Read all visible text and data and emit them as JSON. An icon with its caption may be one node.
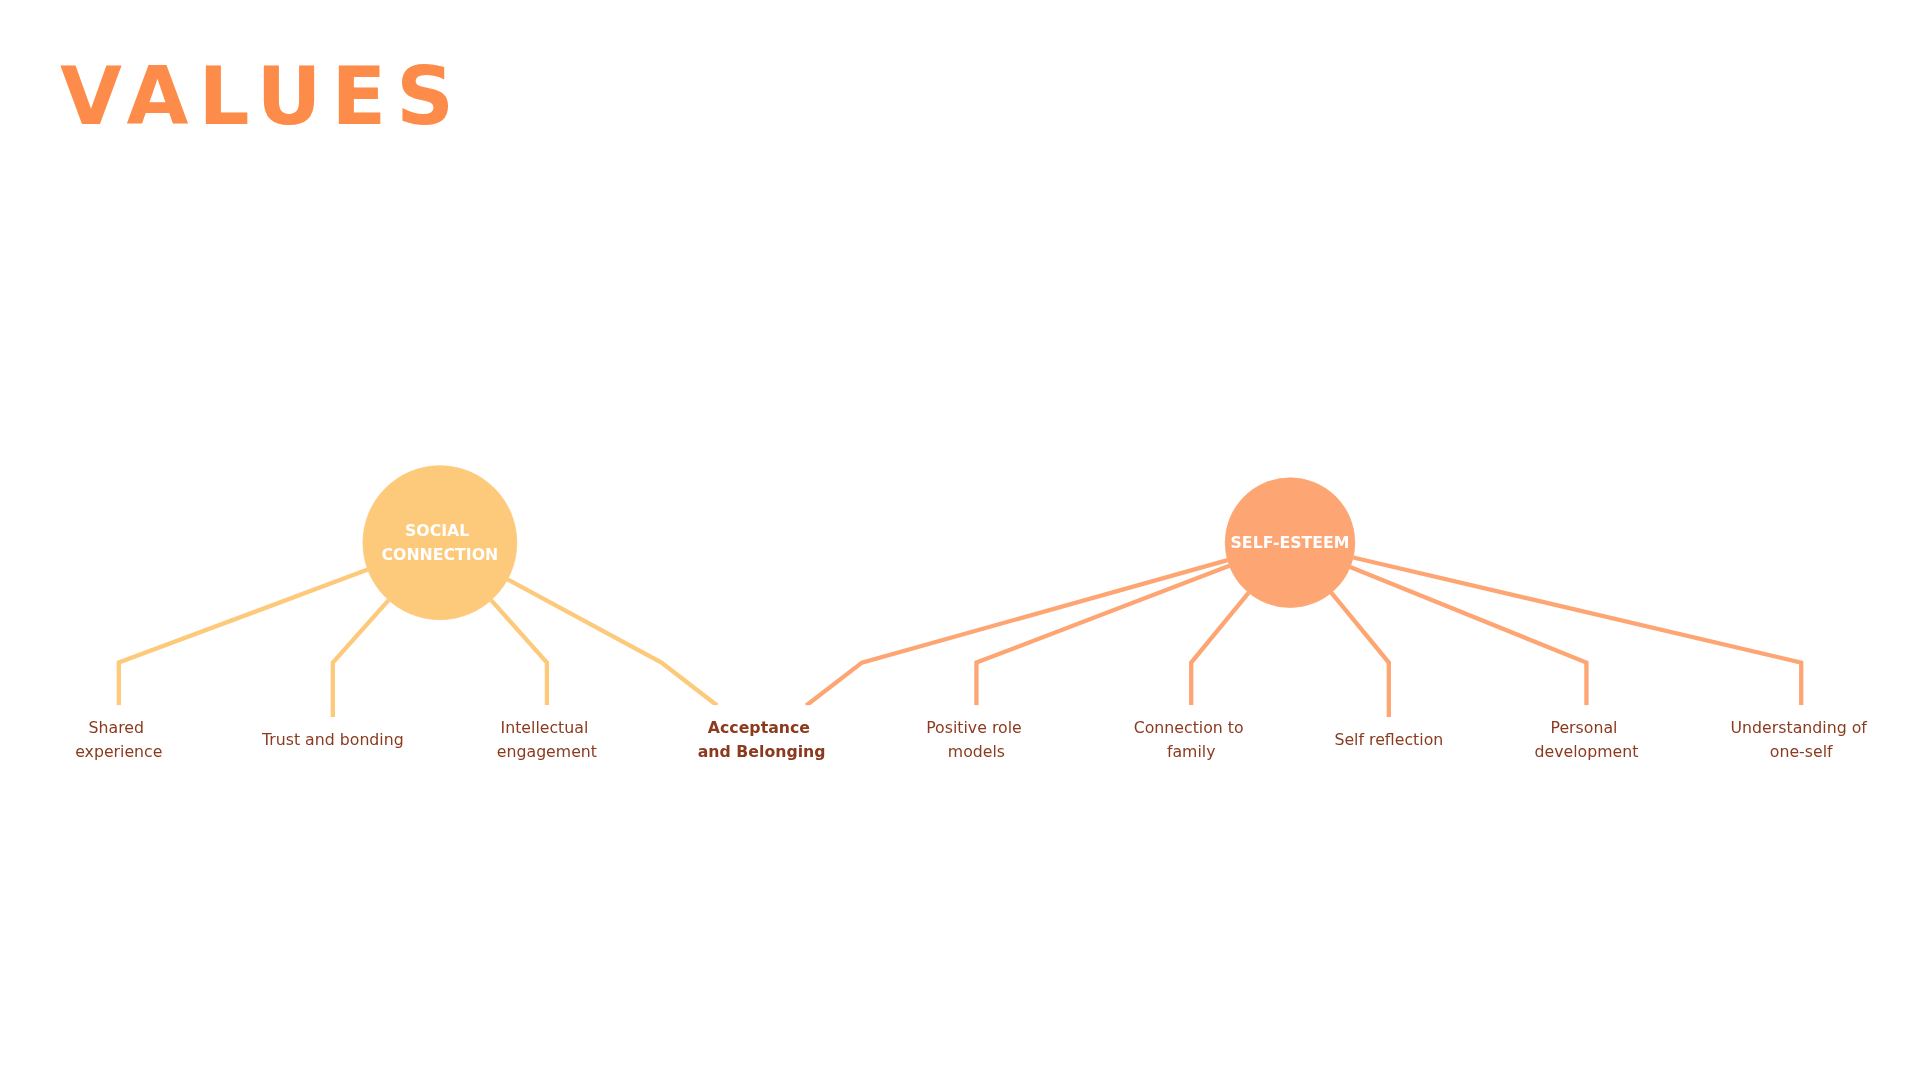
{
  "diagram": {
    "title": "VALUES",
    "nodes": [
      {
        "text": [
          "SOCIAL CONNECTION"
        ]
      },
      {
        "text": [
          "SELF-ESTEEM"
        ]
      },
      {
        "text": [
          "Shared experience"
        ]
      },
      {
        "text": [
          "Trust and bonding"
        ]
      },
      {
        "text": [
          "Intellectual engagement"
        ]
      },
      {
        "text": [
          "Acceptance and Belonging"
        ]
      },
      {
        "text": [
          "Positive role models"
        ]
      },
      {
        "text": [
          "Connection to family"
        ]
      },
      {
        "text": [
          "Self reflection"
        ]
      },
      {
        "text": [
          "Personal development"
        ]
      },
      {
        "text": [
          "Understanding of one-self"
        ]
      }
    ],
    "edges": [
      {
        "from": 0,
        "to": 2,
        "arrow": "none",
        "color": "#fdc97a"
      },
      {
        "from": 0,
        "to": 3,
        "arrow": "none",
        "color": "#fdc97a"
      },
      {
        "from": 0,
        "to": 4,
        "arrow": "none",
        "color": "#fdc97a"
      },
      {
        "from": 0,
        "to": 5,
        "arrow": "none",
        "color": "#fdc97a"
      },
      {
        "from": 1,
        "to": 5,
        "arrow": "none"
      },
      {
        "from": 1,
        "to": 6,
        "arrow": "none"
      },
      {
        "from": 1,
        "to": 7,
        "arrow": "none"
      },
      {
        "from": 1,
        "to": 8,
        "arrow": "none"
      },
      {
        "from": 1,
        "to": 9,
        "arrow": "none"
      },
      {
        "from": 1,
        "to": 10,
        "arrow": "none"
      }
    ]
  }
}
